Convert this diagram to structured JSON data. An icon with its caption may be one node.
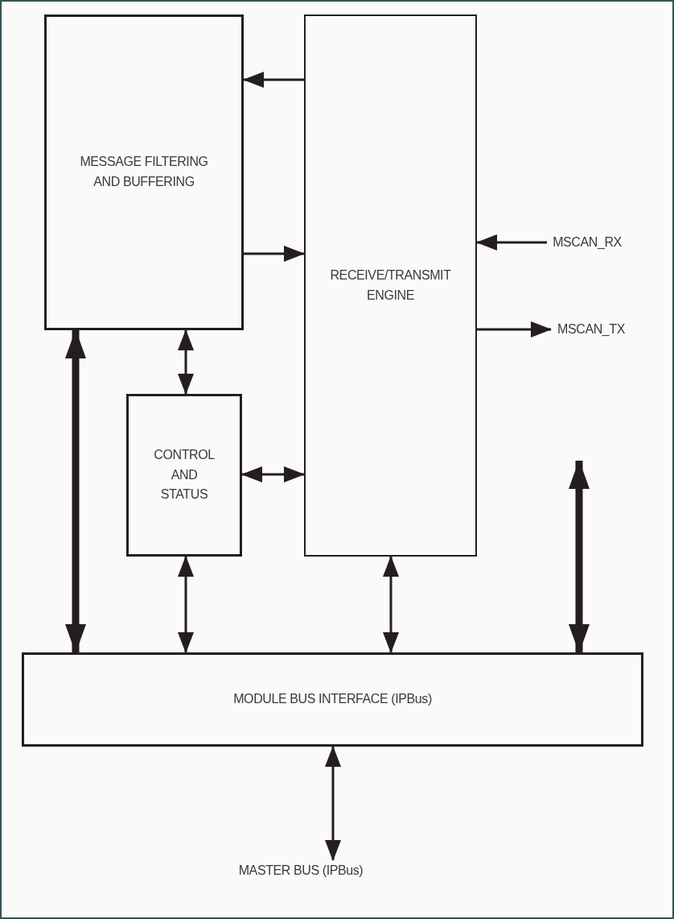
{
  "diagram": {
    "nodes": [
      {
        "text": [
          "MESSAGE FILTERING AND BUFFERING"
        ]
      },
      {
        "text": [
          "RECEIVE/TRANSMIT ENGINE"
        ]
      },
      {
        "text": [
          "CONTROL AND STATUS"
        ]
      },
      {
        "text": [
          "MODULE BUS INTERFACE (IPBus)"
        ]
      },
      {
        "text": [
          "MSCAN_RX"
        ]
      },
      {
        "text": [
          "MSCAN_TX"
        ]
      },
      {
        "text": [
          "MASTER BUS (IPBus)"
        ]
      }
    ],
    "edges": [
      {
        "from": 1,
        "to": 0,
        "arrow": "to"
      },
      {
        "from": 0,
        "to": 1,
        "arrow": "to"
      },
      {
        "from": 4,
        "to": 1,
        "arrow": "to"
      },
      {
        "from": 1,
        "to": 5,
        "arrow": "to"
      },
      {
        "from": 0,
        "to": 2,
        "arrow": "both"
      },
      {
        "from": 2,
        "to": 1,
        "arrow": "both"
      },
      {
        "from": 0,
        "to": 3,
        "arrow": "both",
        "style": "thick"
      },
      {
        "from": 2,
        "to": 3,
        "arrow": "both"
      },
      {
        "from": 1,
        "to": 3,
        "arrow": "both"
      },
      {
        "from": null,
        "to": 3,
        "arrow": "both",
        "style": "thick"
      },
      {
        "from": 3,
        "to": 6,
        "arrow": "both"
      }
    ]
  }
}
